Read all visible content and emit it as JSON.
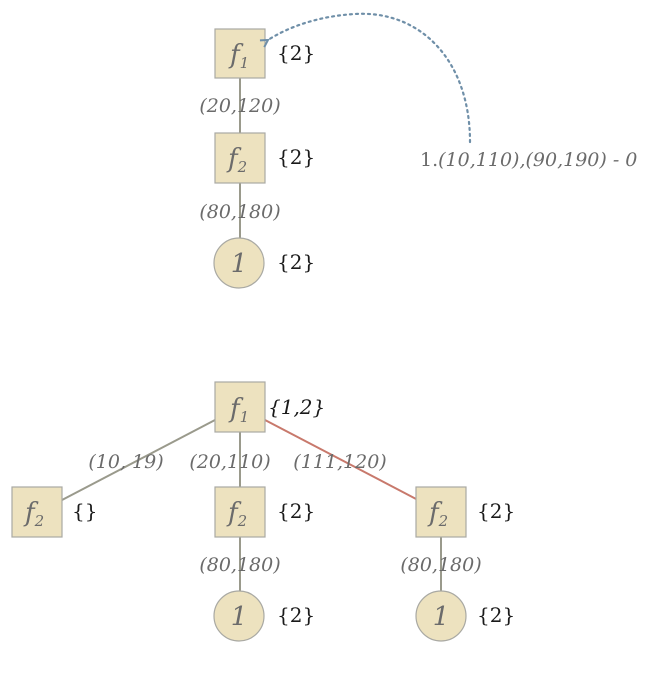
{
  "top_tree": {
    "nodes": [
      {
        "main": "f",
        "sub": "1",
        "set": "{2}"
      },
      {
        "main": "f",
        "sub": "2",
        "set": "{2}"
      },
      {
        "main": "1",
        "sub": "",
        "set": "{2}"
      }
    ],
    "edges": [
      "(20,120)",
      "(80,180)"
    ],
    "annotation": {
      "prefix": "1.",
      "intervals": "(10,110),(90,190)",
      "suffix": " - 0"
    }
  },
  "bottom_tree": {
    "root": {
      "main": "f",
      "sub": "1",
      "set": "{1,2}"
    },
    "edges": [
      "(10, 19)",
      "(20,110)",
      "(111,120)"
    ],
    "children": [
      {
        "main": "f",
        "sub": "2",
        "set": "{}"
      },
      {
        "main": "f",
        "sub": "2",
        "set": "{2}"
      },
      {
        "main": "f",
        "sub": "2",
        "set": "{2}"
      }
    ],
    "leaf_edges": [
      "(80,180)",
      "(80,180)"
    ],
    "leaves": [
      {
        "main": "1",
        "set": "{2}"
      },
      {
        "main": "1",
        "set": "{2}"
      }
    ]
  },
  "colors": {
    "node_fill": "#ede2bf",
    "edge": "#9a9a8c",
    "highlight_edge": "#c8796c",
    "arrow": "#6f8fa8"
  }
}
